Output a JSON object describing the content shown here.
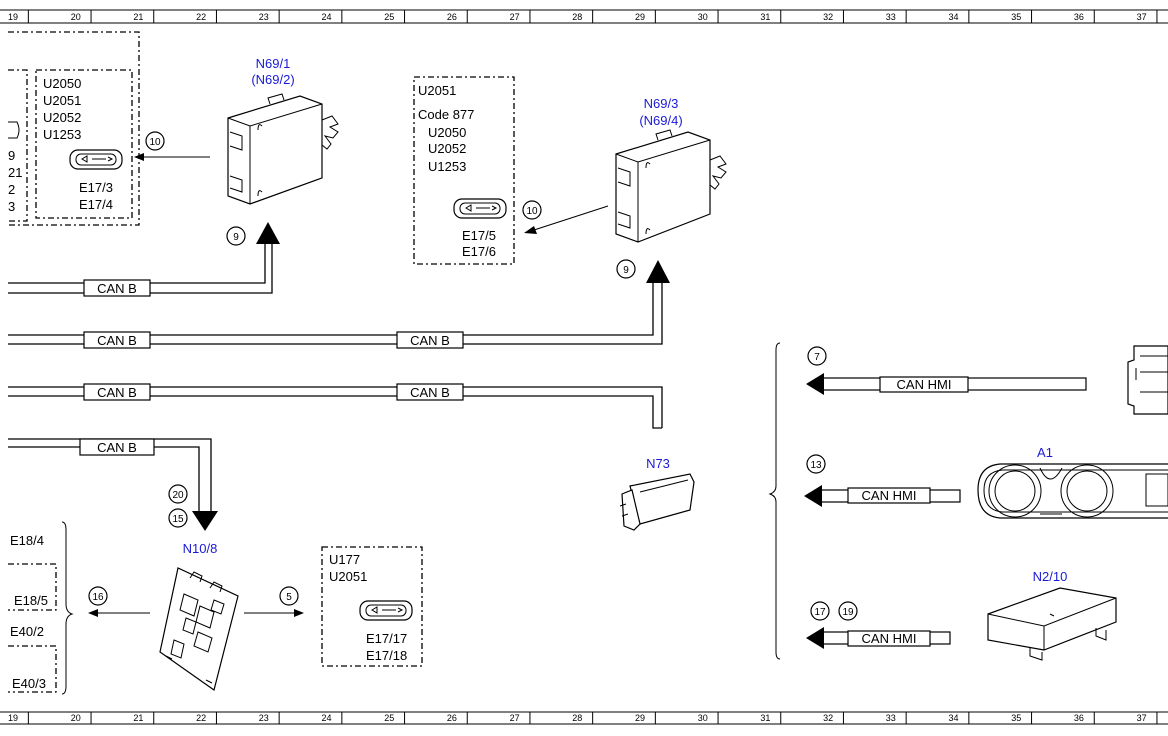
{
  "ruler": {
    "top": [
      "19",
      "20",
      "21",
      "22",
      "23",
      "24",
      "25",
      "26",
      "27",
      "28",
      "29",
      "30",
      "31",
      "32",
      "33",
      "34",
      "35",
      "36",
      "37"
    ],
    "bottom": [
      "19",
      "20",
      "21",
      "22",
      "23",
      "24",
      "25",
      "26",
      "27",
      "28",
      "29",
      "30",
      "31",
      "32",
      "33",
      "34",
      "35",
      "36",
      "37"
    ]
  },
  "bus_labels": {
    "can_b_1": "CAN B",
    "can_b_2a": "CAN B",
    "can_b_2b": "CAN B",
    "can_b_3a": "CAN B",
    "can_b_3b": "CAN B",
    "can_b_4": "CAN B",
    "can_hmi_1": "CAN HMI",
    "can_hmi_2": "CAN HMI",
    "can_hmi_3": "CAN HMI"
  },
  "components": {
    "n69_1": {
      "line1": "N69/1",
      "line2": "(N69/2)"
    },
    "n69_3": {
      "line1": "N69/3",
      "line2": "(N69/4)"
    },
    "n73": {
      "label": "N73"
    },
    "n10_8": {
      "label": "N10/8"
    },
    "a1": {
      "label": "A1"
    },
    "n2_10": {
      "label": "N2/10"
    }
  },
  "fault_boxes": {
    "box1": {
      "codes": [
        "U2050",
        "U2051",
        "U2052",
        "U1253"
      ],
      "e1": "E17/3",
      "e2": "E17/4"
    },
    "box2": {
      "head": "U2051",
      "code": "Code 877",
      "codes": [
        "U2050",
        "U2052",
        "U1253"
      ],
      "e1": "E17/5",
      "e2": "E17/6"
    },
    "box3": {
      "codes": [
        "U177",
        "U2051"
      ],
      "e1": "E17/17",
      "e2": "E17/18"
    },
    "partial": [
      "9",
      "21",
      "2",
      "3"
    ]
  },
  "e_labels": [
    "E18/4",
    "E18/5",
    "E40/2",
    "E40/3"
  ],
  "callouts": {
    "c10a": "10",
    "c9a": "9",
    "c10b": "10",
    "c9b": "9",
    "c20": "20",
    "c15": "15",
    "c16": "16",
    "c5": "5",
    "c7": "7",
    "c13": "13",
    "c17": "17",
    "c19": "19"
  }
}
